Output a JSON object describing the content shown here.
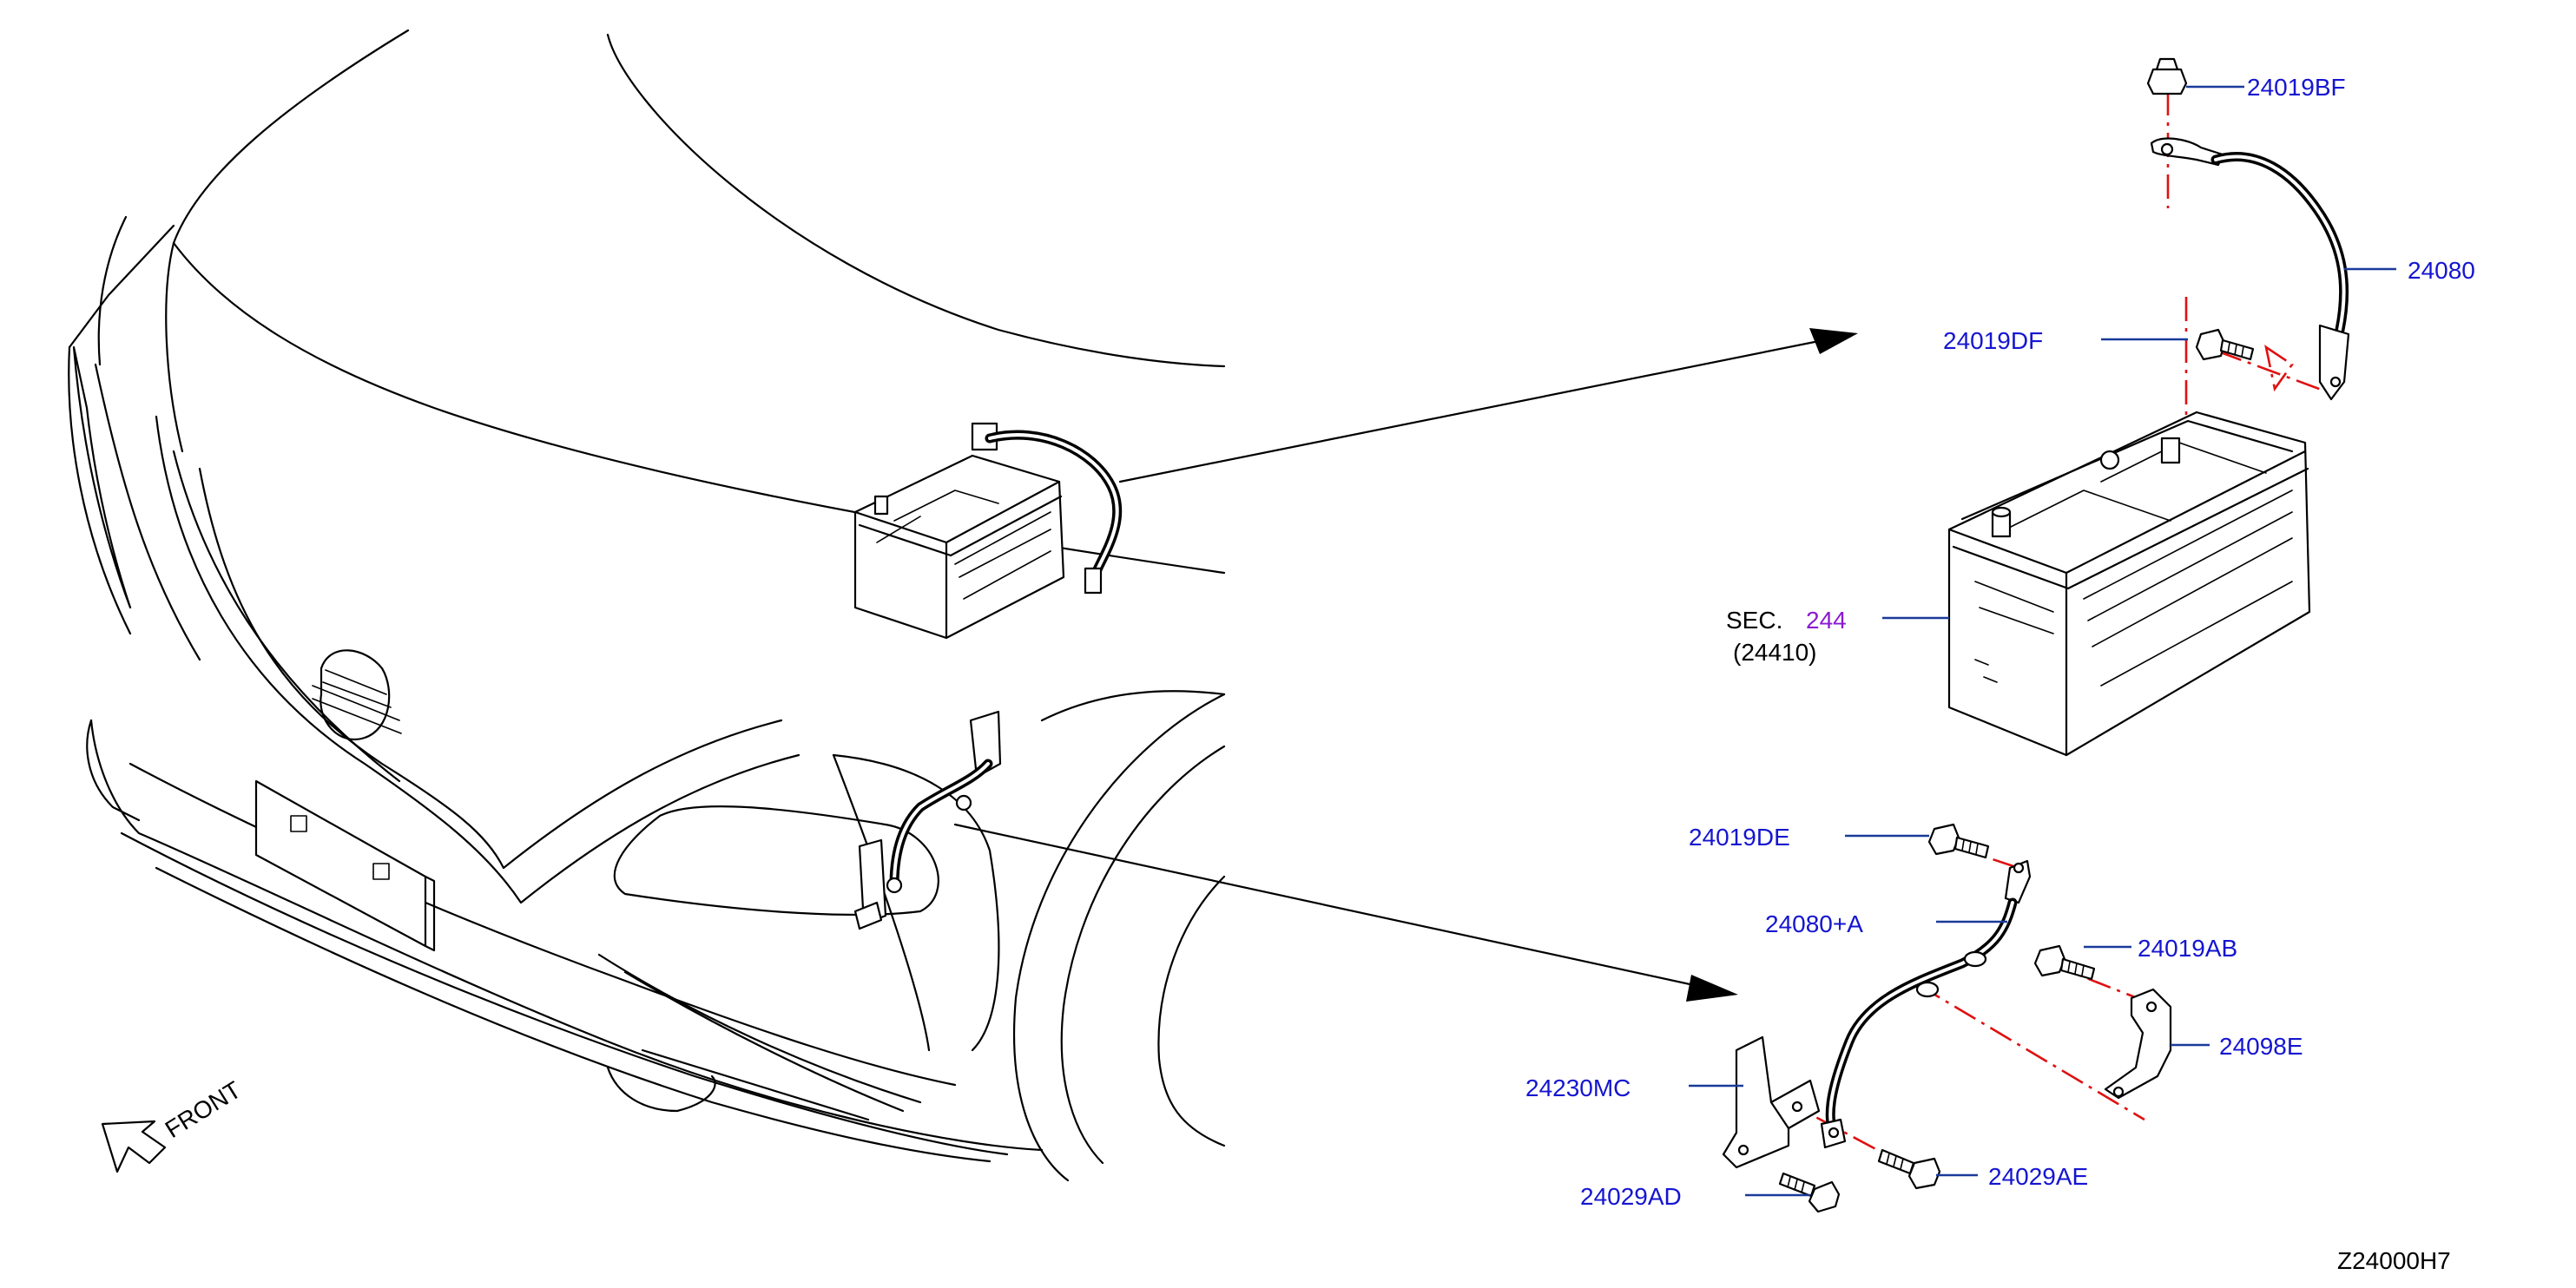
{
  "parts": {
    "bf": "24019BF",
    "cable_pos": "24080",
    "df": "24019DF",
    "sec_prefix": "SEC.",
    "sec_num": "244",
    "battery_ref": "(24410)",
    "de": "24019DE",
    "cable_neg": "24080+A",
    "ab": "24019AB",
    "bracket_e": "24098E",
    "bracket_mc": "24230MC",
    "ad": "24029AD",
    "ae": "24029AE"
  },
  "direction_label": "FRONT",
  "diagram_code": "Z24000H7",
  "colors": {
    "part_number": "#1515d0",
    "section_link": "#8a1ad0",
    "leader": "#1a3a9a",
    "centerline": "#e01010"
  }
}
